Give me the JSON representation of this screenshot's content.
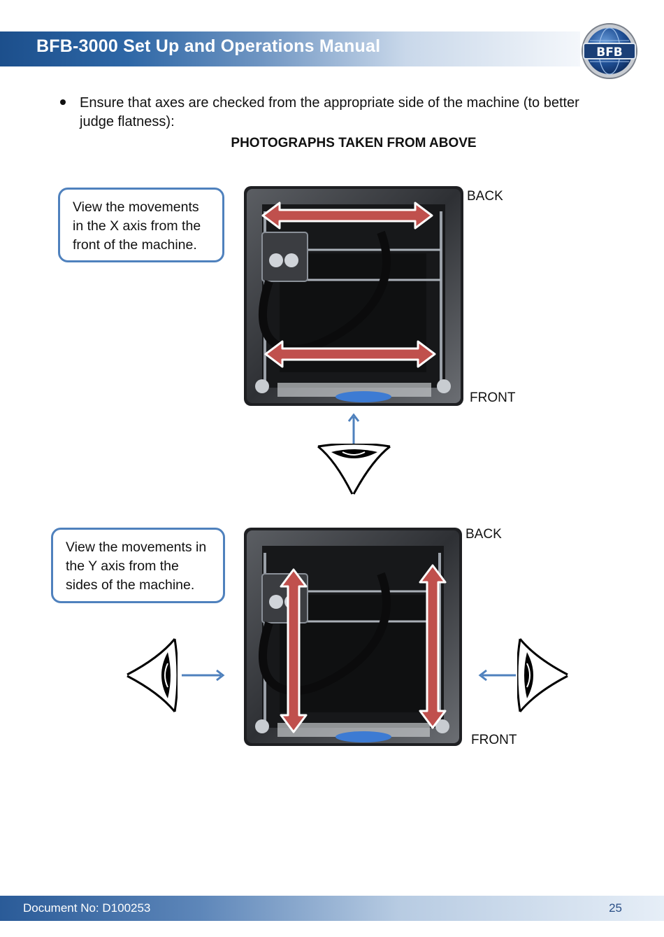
{
  "header": {
    "title": "BFB-3000 Set Up and Operations Manual",
    "logo_text": "BFB"
  },
  "body": {
    "bullet": "Ensure that axes are checked from the appropriate side of the machine (to better judge flatness):",
    "caption": "PHOTOGRAPHS TAKEN FROM ABOVE"
  },
  "figure_x": {
    "note": "View  the movements in the X axis from the front of the machine.",
    "back_label": "BACK",
    "front_label": "FRONT"
  },
  "figure_y": {
    "note": "View the movements in the Y axis from the sides of the machine.",
    "back_label": "BACK",
    "front_label": "FRONT"
  },
  "footer": {
    "document_no": "Document No: D100253",
    "page_number": "25"
  },
  "colors": {
    "header_blue": "#1c4f8c",
    "note_border": "#4f81bd",
    "arrow_red": "#c0504d",
    "sight_arrow_blue": "#4f81bd"
  },
  "icons": [
    "bfb-logo-icon",
    "double-arrow-icon",
    "eye-icon",
    "sight-arrow-icon"
  ]
}
